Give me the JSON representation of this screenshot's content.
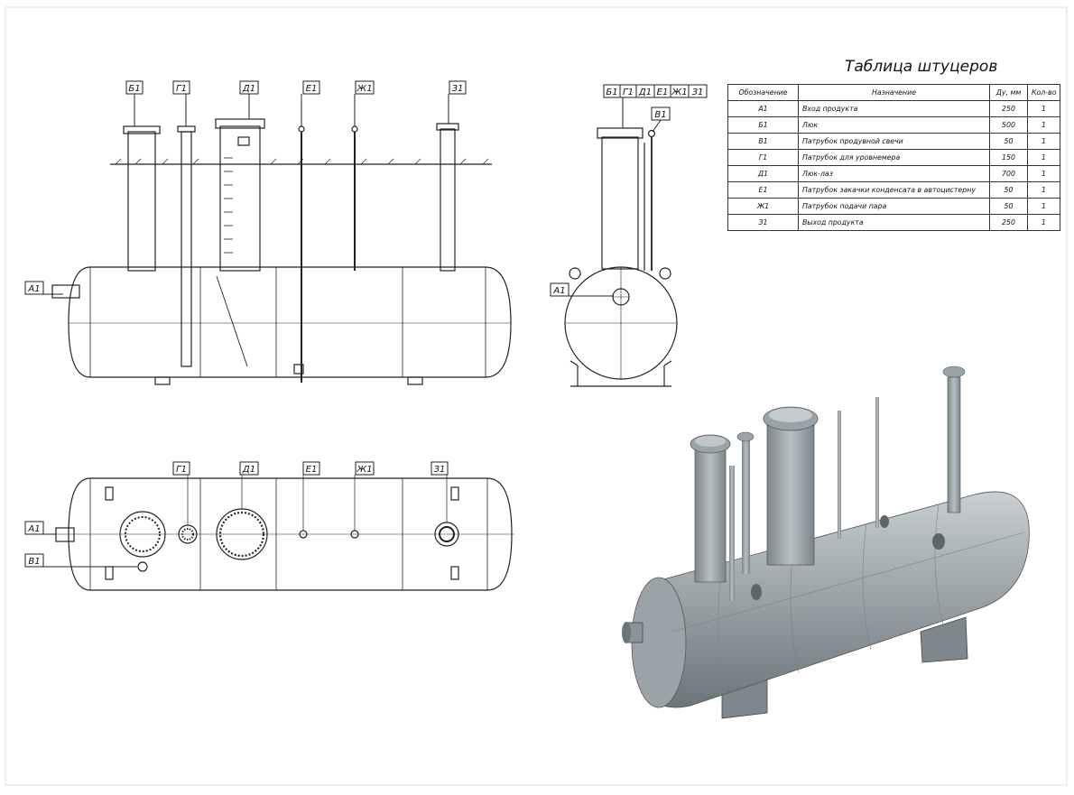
{
  "table": {
    "title": "Таблица штуцеров",
    "headers": [
      "Обозначение",
      "Назначение",
      "Ду, мм",
      "Кол-во"
    ],
    "rows": [
      {
        "code": "А1",
        "purpose": "Вход продукта",
        "dn": "250",
        "qty": "1"
      },
      {
        "code": "Б1",
        "purpose": "Люк",
        "dn": "500",
        "qty": "1"
      },
      {
        "code": "В1",
        "purpose": "Патрубок продувной свечи",
        "dn": "50",
        "qty": "1"
      },
      {
        "code": "Г1",
        "purpose": "Патрубок для уровнемера",
        "dn": "150",
        "qty": "1"
      },
      {
        "code": "Д1",
        "purpose": "Люк-лаз",
        "dn": "700",
        "qty": "1"
      },
      {
        "code": "Е1",
        "purpose": "Патрубок закачки конденсата в автоцистерну",
        "dn": "50",
        "qty": "1"
      },
      {
        "code": "Ж1",
        "purpose": "Патрубок подачи пара",
        "dn": "50",
        "qty": "1"
      },
      {
        "code": "З1",
        "purpose": "Выход продукта",
        "dn": "250",
        "qty": "1"
      }
    ]
  },
  "labels": {
    "a1": "А1",
    "b1": "Б1",
    "v1": "В1",
    "g1": "Г1",
    "d1": "Д1",
    "e1": "Е1",
    "zh1": "Ж1",
    "z1": "З1"
  },
  "colors": {
    "line": "#222222",
    "render_body": "#9aa3a8",
    "render_dark": "#6c757a",
    "render_light": "#c9cfd2"
  }
}
